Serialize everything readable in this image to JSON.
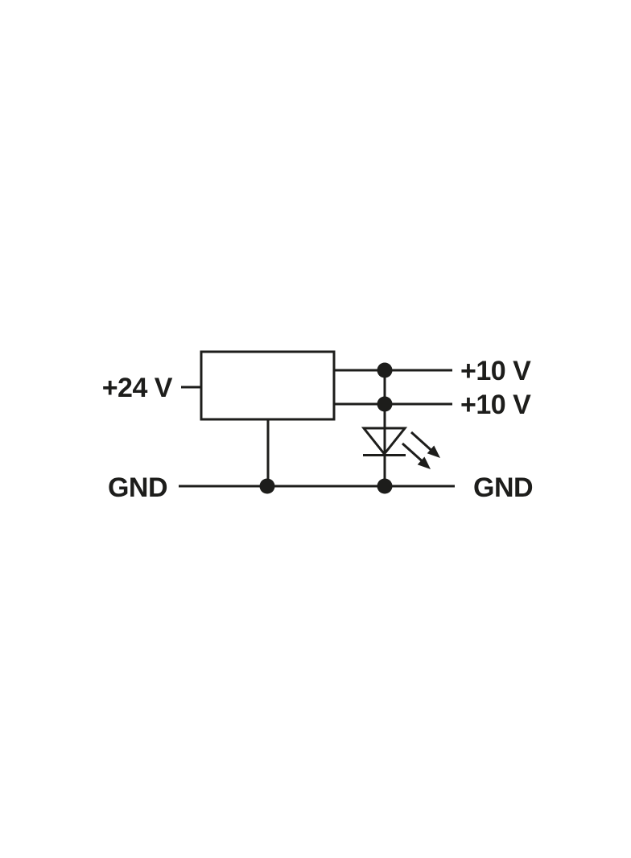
{
  "diagram": {
    "type": "circuit-schematic",
    "background_color": "#ffffff",
    "line_color": "#1d1d1b",
    "labels": {
      "supply": "+24 V",
      "output_top": "+10 V",
      "output_bottom": "+10 V",
      "ground_left": "GND",
      "ground_right": "GND"
    },
    "icons": [
      "converter-box-icon",
      "led-icon",
      "junction-dot-icon"
    ]
  }
}
